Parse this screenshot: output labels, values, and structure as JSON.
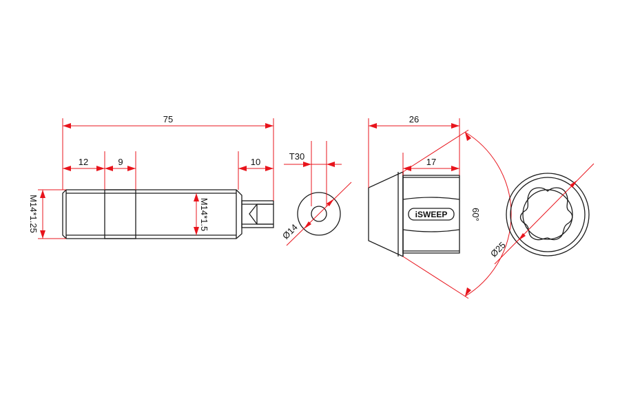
{
  "colors": {
    "dimension": "#e8141c",
    "outline": "#1a1a1a",
    "background": "#ffffff"
  },
  "bolt": {
    "overall_length": "75",
    "seg_a": "12",
    "seg_b": "9",
    "tip": "10",
    "thread_left": "M14*1.25",
    "thread_right": "M14*1.5"
  },
  "end_view": {
    "drive": "T30",
    "diameter": "Ø14"
  },
  "nut": {
    "overall_length": "26",
    "hex_length": "17",
    "angle": "60°",
    "brand": "iSWEEP"
  },
  "socket_view": {
    "diameter": "Ø25"
  }
}
